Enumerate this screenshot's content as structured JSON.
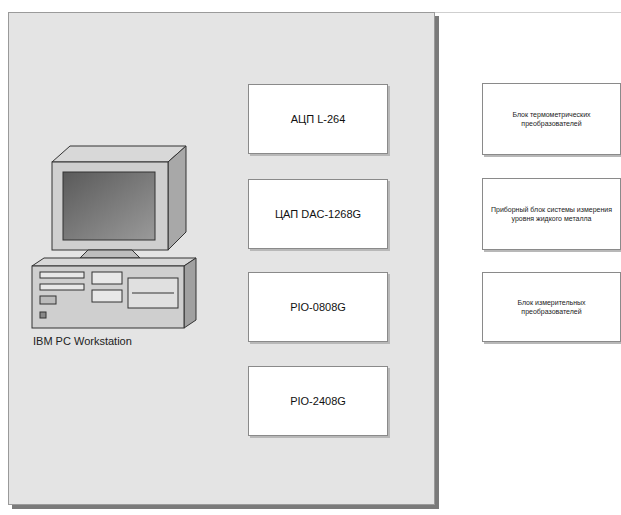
{
  "diagram": {
    "nodes": [
      {
        "text": [
          "IBM PC Workstation"
        ]
      },
      {
        "text": [
          "АЦП L-264"
        ],
        "in": 0
      },
      {
        "text": [
          "ЦАП DAC-1268G"
        ],
        "in": 0
      },
      {
        "text": [
          "PIO-0808G"
        ],
        "in": 0
      },
      {
        "text": [
          "PIO-2408G"
        ],
        "in": 0
      },
      {
        "text": [
          "Блок термометрических преобразователей"
        ]
      },
      {
        "text": [
          "Приборный блок системы измерения уровня жидкого металла"
        ]
      },
      {
        "text": [
          "Блок измерительных преобразователей"
        ]
      }
    ]
  }
}
